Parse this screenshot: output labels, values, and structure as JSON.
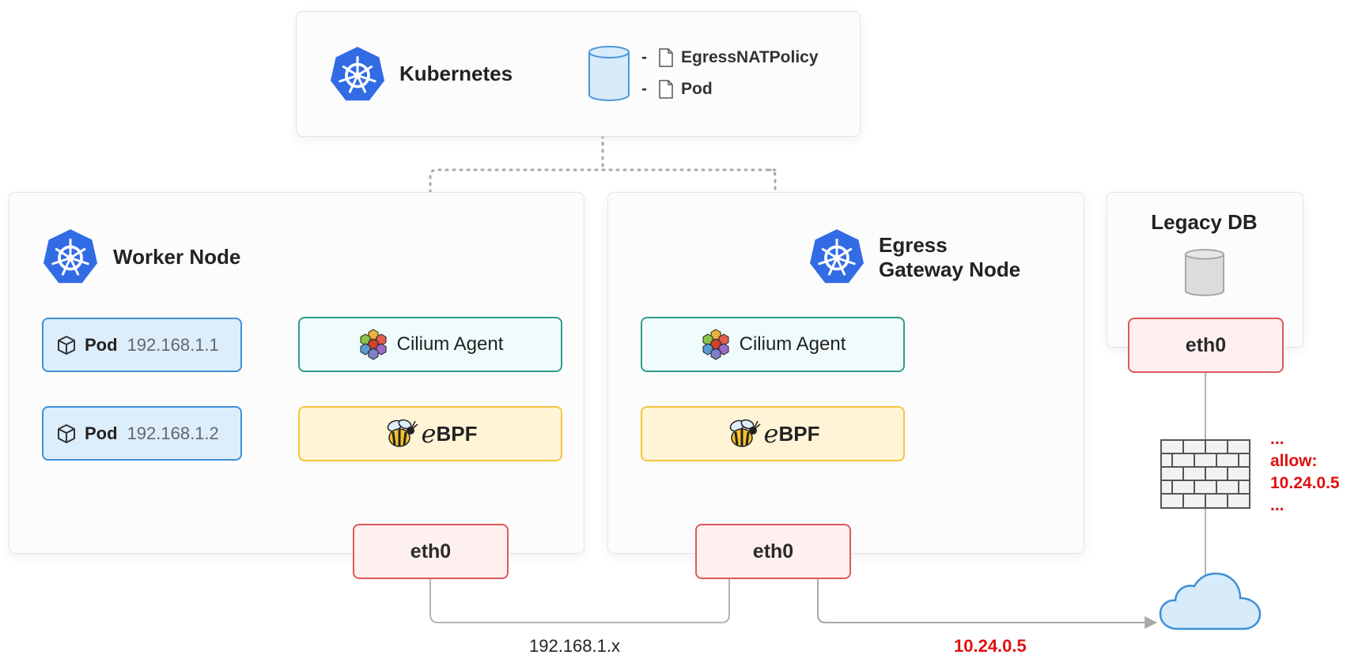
{
  "kubernetes": {
    "title": "Kubernetes",
    "resources": [
      "EgressNATPolicy",
      "Pod"
    ],
    "resource_prefix": "-"
  },
  "worker_node": {
    "title": "Worker Node",
    "pods": [
      {
        "label": "Pod",
        "ip": "192.168.1.1"
      },
      {
        "label": "Pod",
        "ip": "192.168.1.2"
      }
    ],
    "agent_label": "Cilium Agent",
    "ebpf_e": "e",
    "ebpf_bpf": "BPF",
    "eth_label": "eth0"
  },
  "gateway_node": {
    "title_line1": "Egress",
    "title_line2": "Gateway Node",
    "agent_label": "Cilium Agent",
    "ebpf_e": "e",
    "ebpf_bpf": "BPF",
    "eth_label": "eth0"
  },
  "legacy_db": {
    "title": "Legacy DB",
    "eth_label": "eth0"
  },
  "firewall_note": {
    "line1": "...",
    "line2": "allow:",
    "line3": "10.24.0.5",
    "line4": "..."
  },
  "links": {
    "internal_subnet": "192.168.1.x",
    "egress_ip": "10.24.0.5"
  },
  "colors": {
    "k8s_blue": "#326ce5",
    "pod_border": "#3f8fd6",
    "agent_border": "#2f9c8c",
    "ebpf_border": "#f3c53f",
    "eth_border": "#dc5a5a",
    "highlight_red": "#e01010"
  }
}
